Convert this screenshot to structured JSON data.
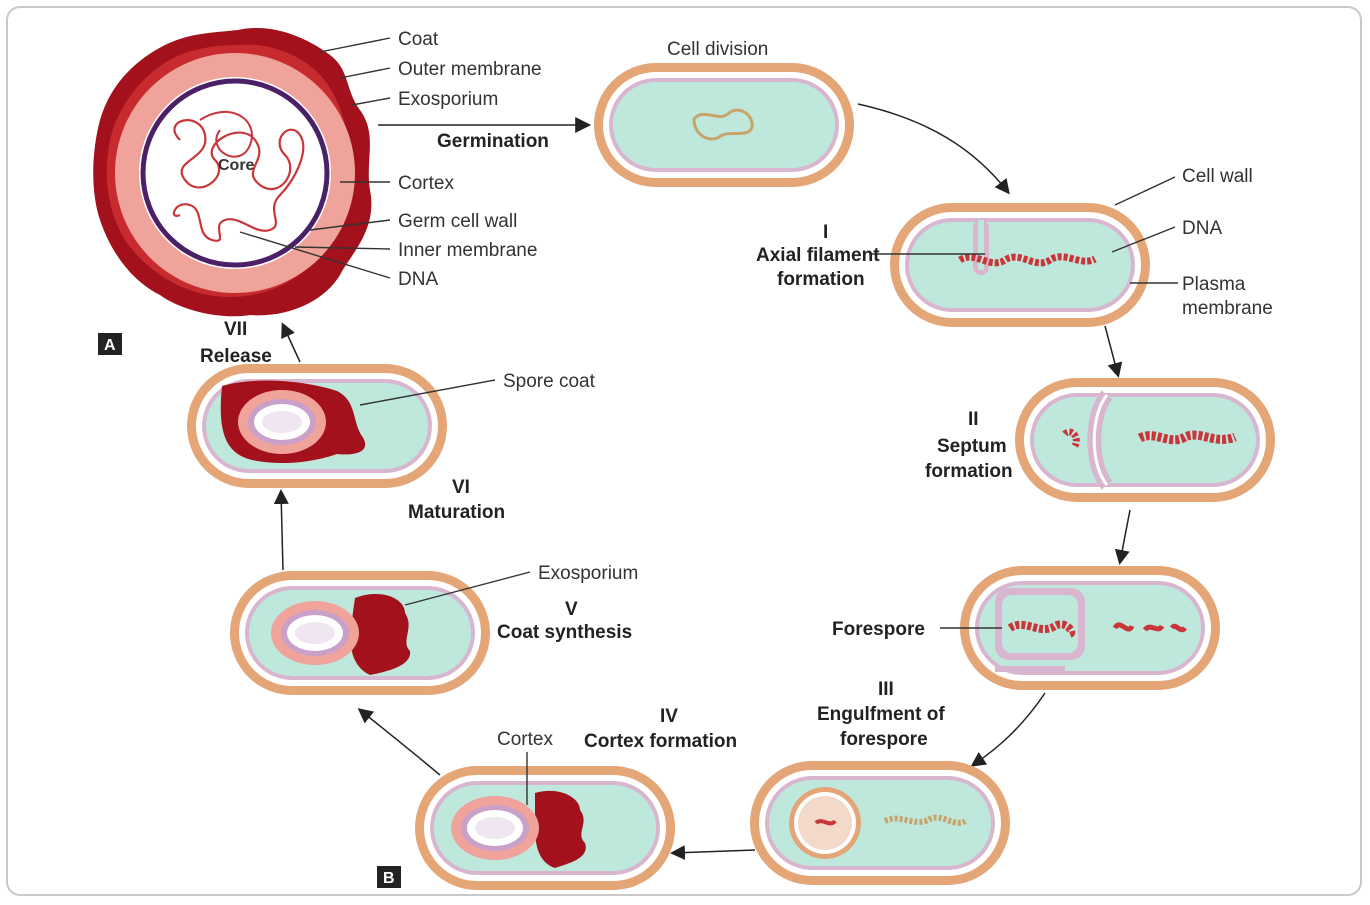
{
  "panel_a": {
    "badge": "A",
    "core": "Core",
    "labels": {
      "coat": "Coat",
      "outer_membrane": "Outer membrane",
      "exosporium": "Exosporium",
      "cortex": "Cortex",
      "germ_cell_wall": "Germ cell wall",
      "inner_membrane": "Inner membrane",
      "dna": "DNA"
    },
    "germination": "Germination"
  },
  "panel_b": {
    "badge": "B",
    "cell_division": "Cell division",
    "stage1": {
      "num": "I",
      "line1": "Axial filament",
      "line2": "formation"
    },
    "cell_labels": {
      "cell_wall": "Cell wall",
      "dna": "DNA",
      "plasma1": "Plasma",
      "plasma2": "membrane"
    },
    "stage2": {
      "num": "II",
      "line1": "Septum",
      "line2": "formation"
    },
    "forespore": "Forespore",
    "stage3": {
      "num": "III",
      "line1": "Engulfment of",
      "line2": "forespore"
    },
    "stage4": {
      "num": "IV",
      "line1": "Cortex formation",
      "cortex": "Cortex"
    },
    "stage5": {
      "num": "V",
      "line1": "Coat synthesis",
      "exosporium": "Exosporium"
    },
    "stage6": {
      "num": "VI",
      "line1": "Maturation",
      "spore_coat": "Spore coat"
    },
    "stage7": {
      "num": "VII",
      "line1": "Release"
    }
  },
  "colors": {
    "cell_outer": "#e4a577",
    "cell_inner": "#bfe8dc",
    "membrane": "#d9b6cf",
    "coat": "#a3121c",
    "cortex": "#efa39a",
    "core_ring": "#4b2066"
  }
}
